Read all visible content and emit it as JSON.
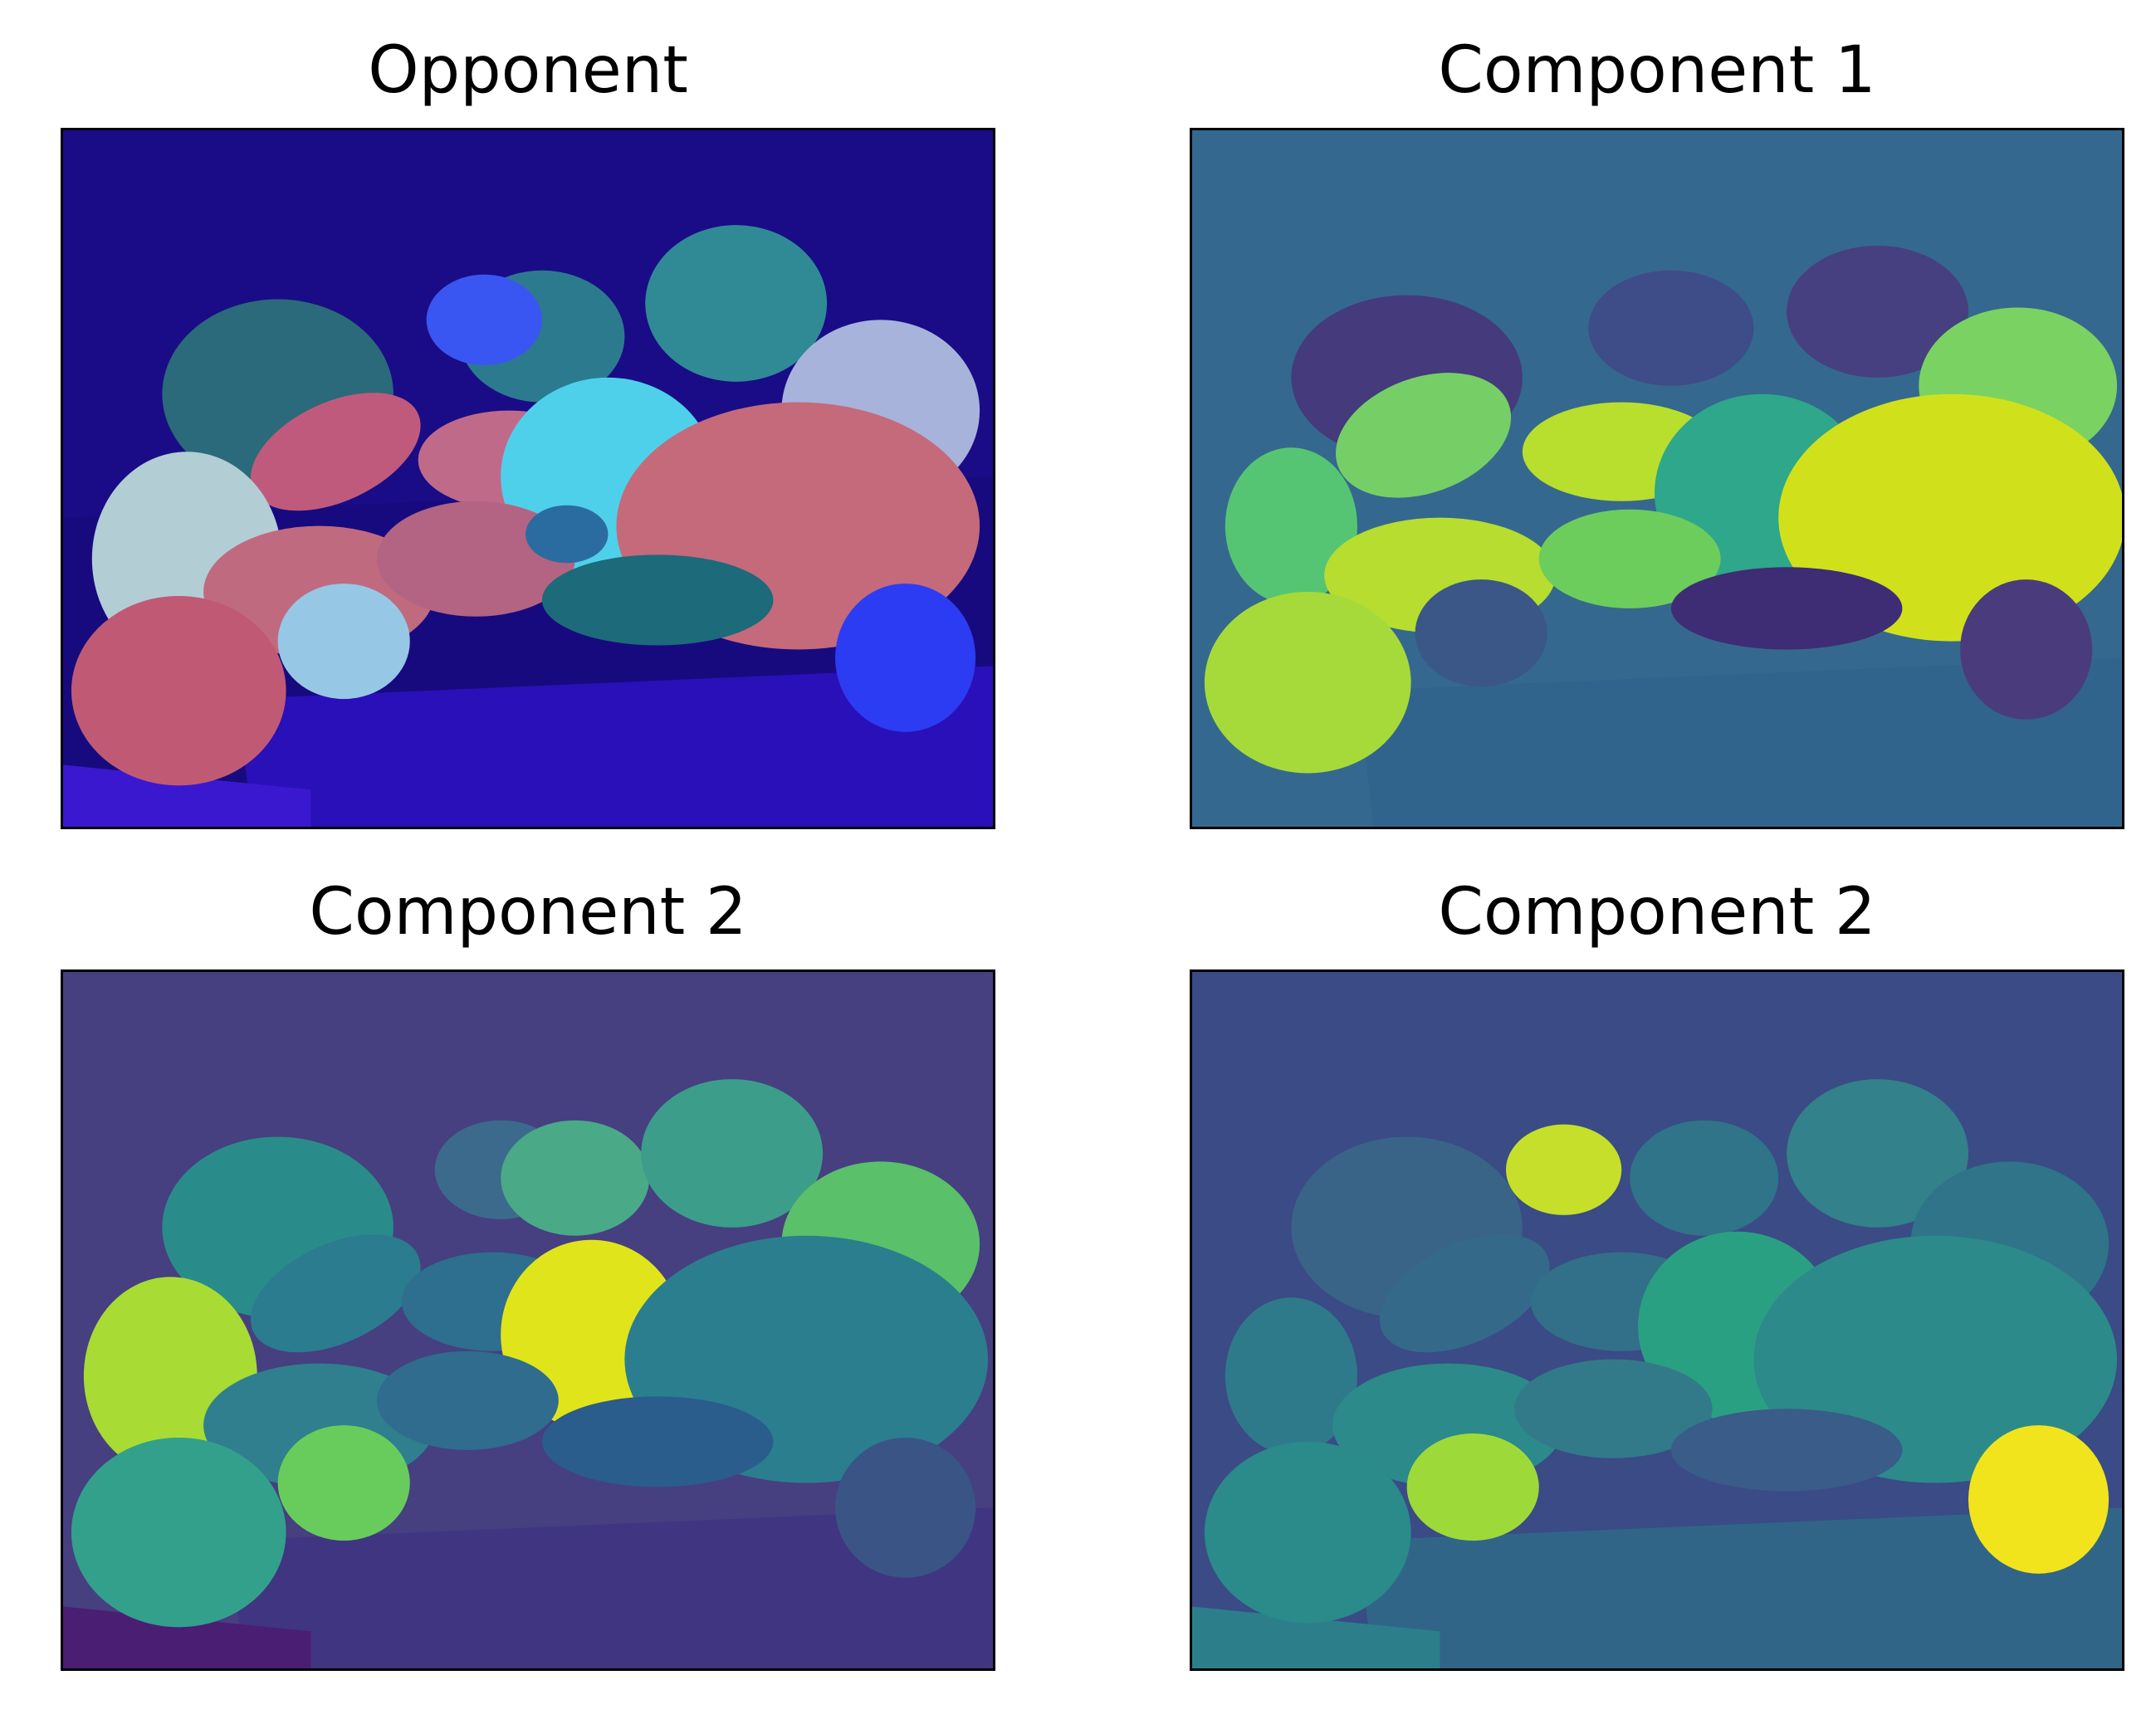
{
  "figure": {
    "panels": [
      {
        "title": "Opponent",
        "colormap": "rgb-opponent",
        "background": "#14067a"
      },
      {
        "title": "Component 1",
        "colormap": "viridis",
        "background": "#35688e"
      },
      {
        "title": "Component 2",
        "colormap": "viridis",
        "background": "#453e80"
      },
      {
        "title": "Component 2",
        "colormap": "viridis",
        "background": "#3b4a86"
      }
    ]
  }
}
